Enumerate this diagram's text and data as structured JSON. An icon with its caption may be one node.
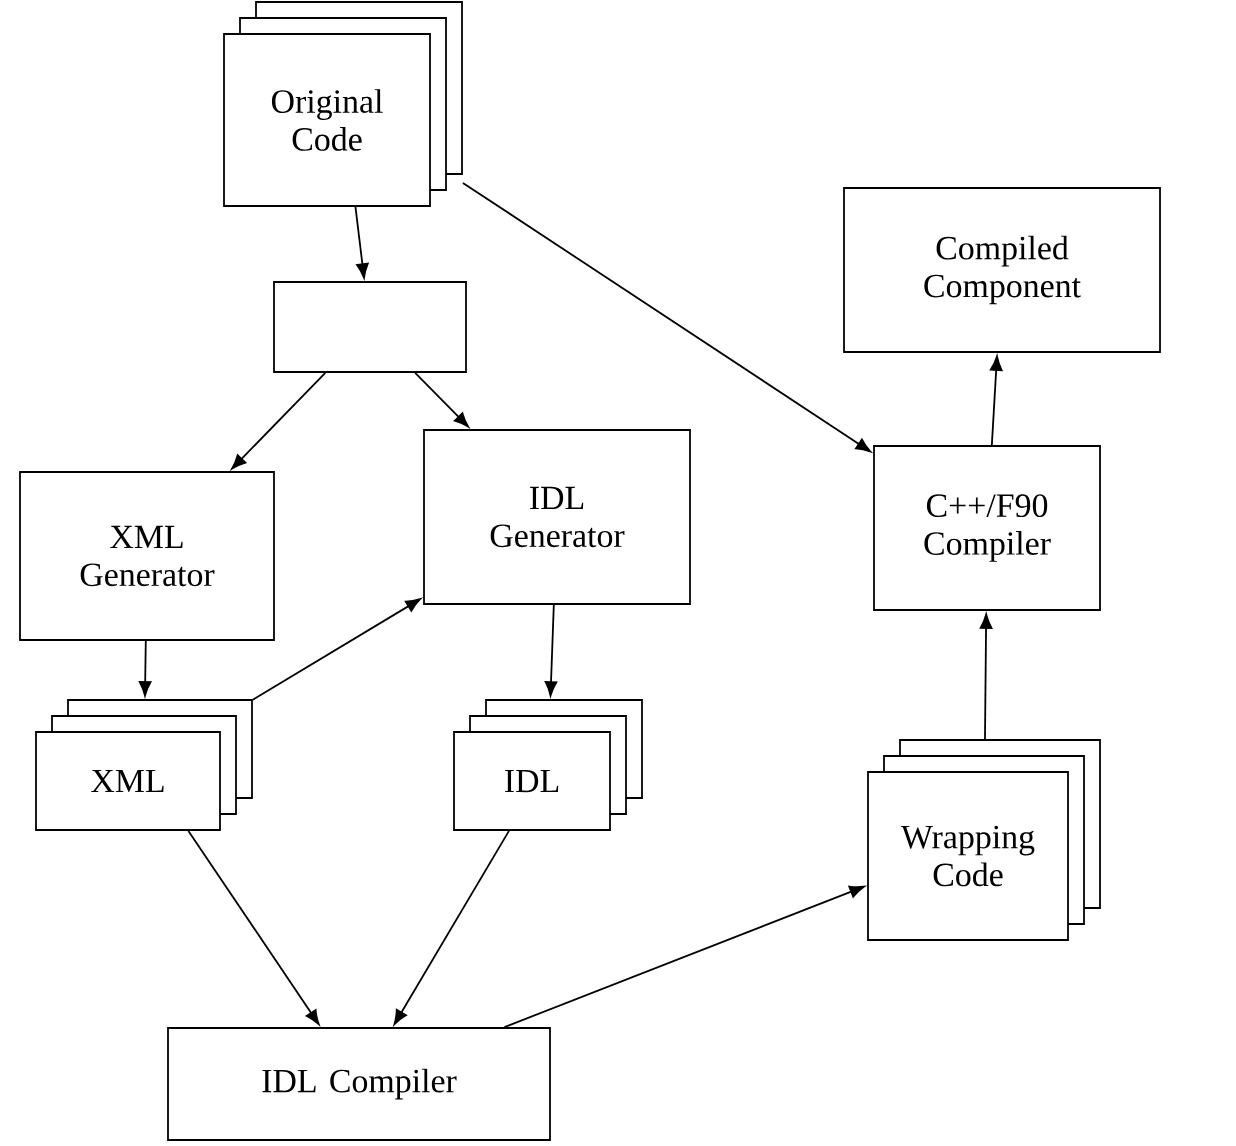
{
  "diagram": {
    "nodes": [
      {
        "text": [
          "Original Code"
        ]
      },
      {
        "text": [],
        "shape": "box"
      },
      {
        "text": [
          "XML Generator"
        ]
      },
      {
        "text": [
          "IDL Generator"
        ]
      },
      {
        "text": [
          "XML"
        ]
      },
      {
        "text": [
          "IDL"
        ]
      },
      {
        "text": [
          "IDL Compiler"
        ]
      },
      {
        "text": [
          "Wrapping Code"
        ]
      },
      {
        "text": [
          "C++/F90 Compiler"
        ]
      },
      {
        "text": [
          "Compiled Component"
        ]
      }
    ],
    "edges": [
      {
        "from": 0,
        "to": 1,
        "arrow": "to"
      },
      {
        "from": 1,
        "to": 2,
        "arrow": "to"
      },
      {
        "from": 1,
        "to": 3,
        "arrow": "to"
      },
      {
        "from": 2,
        "to": 4,
        "arrow": "to"
      },
      {
        "from": 4,
        "to": 3,
        "arrow": "to"
      },
      {
        "from": 3,
        "to": 5,
        "arrow": "to"
      },
      {
        "from": 4,
        "to": 6,
        "arrow": "to"
      },
      {
        "from": 5,
        "to": 6,
        "arrow": "to"
      },
      {
        "from": 6,
        "to": 7,
        "arrow": "to"
      },
      {
        "from": 7,
        "to": 8,
        "arrow": "to"
      },
      {
        "from": 8,
        "to": 9,
        "arrow": "to"
      },
      {
        "from": 0,
        "to": 8,
        "arrow": "to"
      }
    ]
  }
}
